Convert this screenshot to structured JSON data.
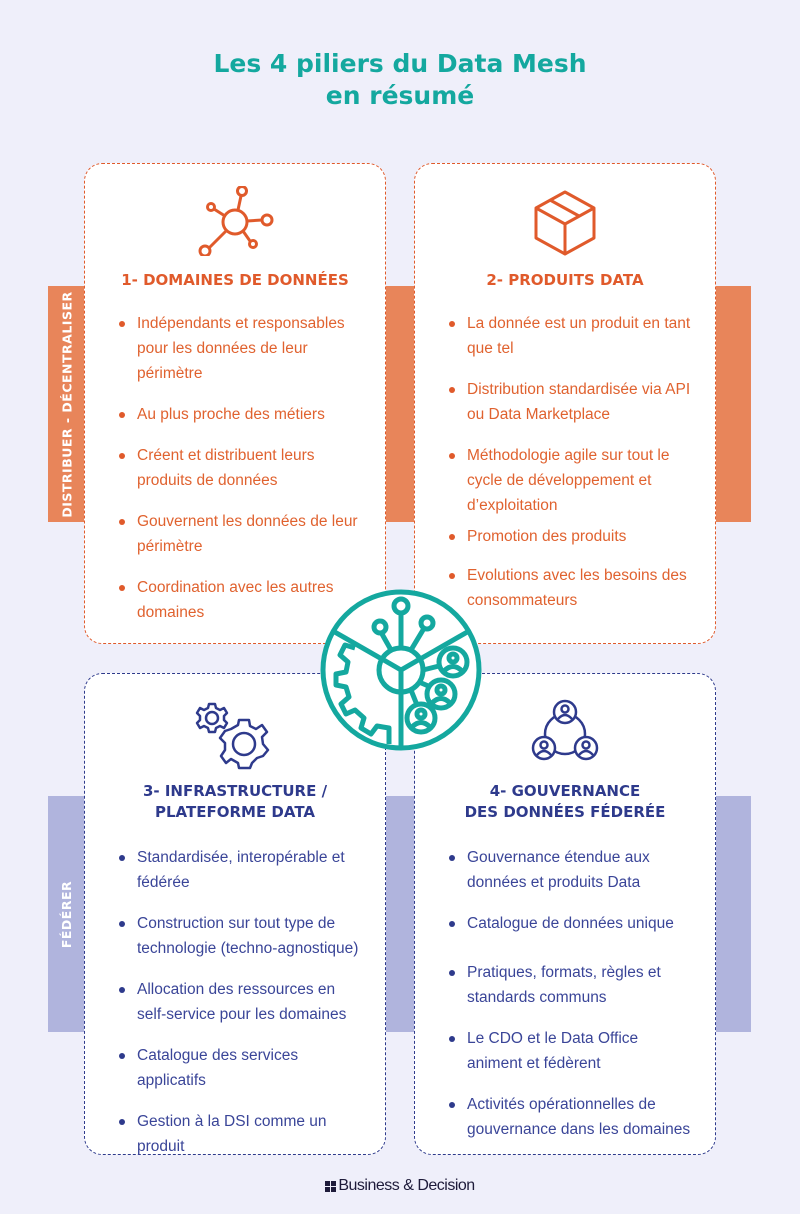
{
  "title": {
    "line1": "Les 4 piliers du Data Mesh",
    "line2": "en résumé",
    "color": "#14a89f"
  },
  "bands": {
    "top": {
      "label": "DISTRIBUER - DÉCENTRALISER",
      "color": "#e8855a"
    },
    "bottom": {
      "label": "FÉDÉRER",
      "color": "#b0b4dd"
    }
  },
  "pillars": [
    {
      "icon": "network-node-icon",
      "title": "1- DOMAINES DE DONNÉES",
      "items": [
        "Indépendants et responsables pour les données de leur périmètre",
        "Au plus proche des métiers",
        "Créent et distribuent leurs produits de données",
        "Gouvernent les données de leur périmètre",
        "Coordination avec les autres domaines"
      ]
    },
    {
      "icon": "box-icon",
      "title": "2- PRODUITS DATA",
      "items": [
        "La donnée est un produit en tant que tel",
        "Distribution standardisée via API ou Data Marketplace",
        "Méthodologie agile sur tout le cycle de développement et d’exploitation",
        "Promotion des produits",
        "Evolutions avec les besoins des consommateurs"
      ]
    },
    {
      "icon": "gears-icon",
      "title_line1": "3- INFRASTRUCTURE /",
      "title_line2": "PLATEFORME DATA",
      "items": [
        "Standardisée, interopérable et fédérée",
        "Construction sur tout type de technologie (techno-agnostique)",
        "Allocation des ressources en self-service pour les domaines",
        "Catalogue des services applicatifs",
        "Gestion à la DSI comme un produit"
      ]
    },
    {
      "icon": "people-network-icon",
      "title_line1": "4- GOUVERNANCE",
      "title_line2": "DES DONNÉES FÉDERÉE",
      "items": [
        "Gouvernance étendue aux données et produits Data",
        "Catalogue de données unique",
        "Pratiques, formats, règles et standards communs",
        "Le CDO et le Data Office animent et fédèrent",
        "Activités opérationnelles de gouvernance dans les domaines"
      ]
    }
  ],
  "colors": {
    "orange": "#e05a2b",
    "navy": "#2e3a8c",
    "teal": "#14a89f"
  },
  "footer": {
    "brand": "Business & Decision"
  }
}
